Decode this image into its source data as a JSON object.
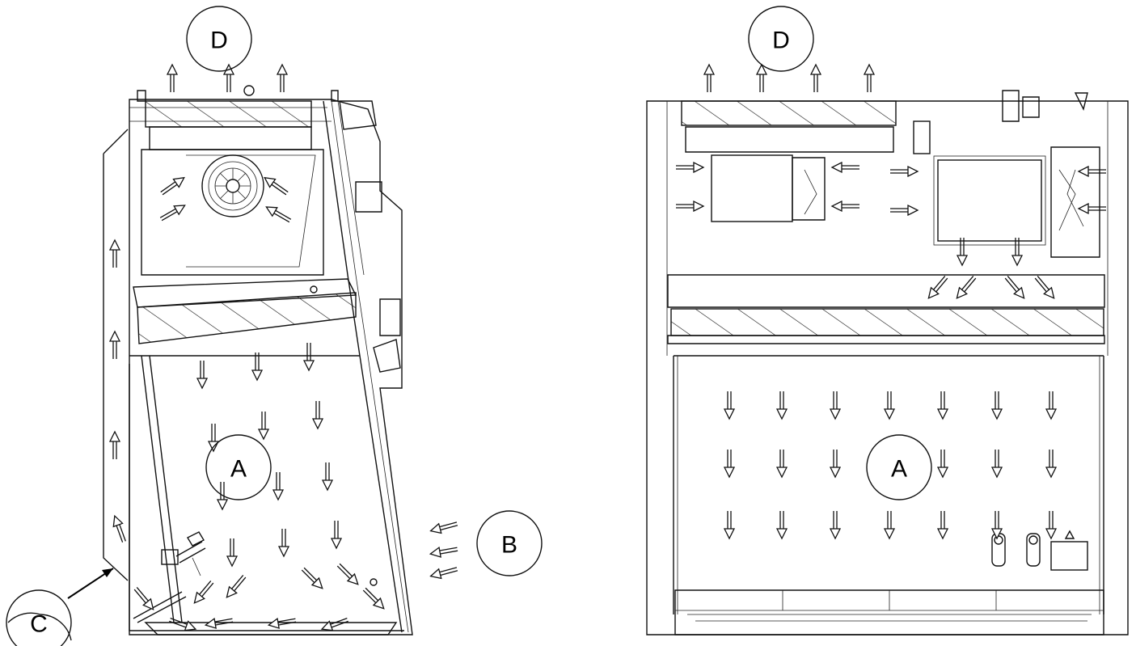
{
  "figure": {
    "views": [
      {
        "name": "side-view",
        "callouts": [
          {
            "id": "D",
            "label": "D"
          },
          {
            "id": "A",
            "label": "A"
          },
          {
            "id": "B",
            "label": "B"
          },
          {
            "id": "C",
            "label": "C"
          }
        ]
      },
      {
        "name": "front-view",
        "callouts": [
          {
            "id": "D",
            "label": "D"
          },
          {
            "id": "A",
            "label": "A"
          }
        ]
      }
    ],
    "colors": {
      "line": "#111111",
      "background": "#ffffff"
    }
  }
}
